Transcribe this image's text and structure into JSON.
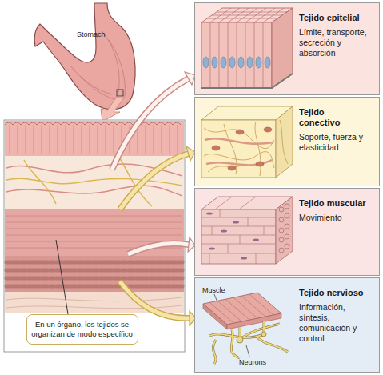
{
  "diagram": {
    "nodes": [
      {
        "text": [
          "Tejido epitelial",
          "Límite, transporte, secreción y absorción"
        ]
      },
      {
        "text": [
          "Tejido conectivo",
          "Soporte, fuerza y elasticidad"
        ]
      },
      {
        "text": [
          "Tejido muscular",
          "Movimiento"
        ]
      },
      {
        "text": [
          "Tejido nervioso",
          "Información, síntesis, comunicación y control"
        ]
      },
      {
        "text": [
          "En un órgano, los tejidos se organizan de modo específico"
        ]
      }
    ],
    "labels": [
      "Stomach",
      "Muscle",
      "Neurons"
    ]
  }
}
